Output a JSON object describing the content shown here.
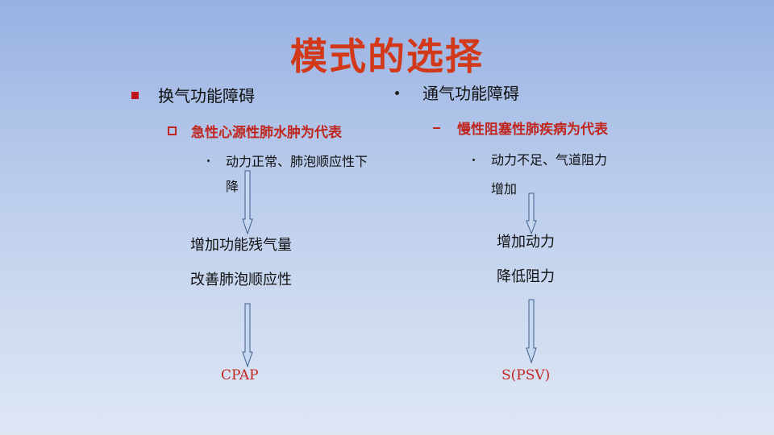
{
  "slide": {
    "title": "模式的选择",
    "left": {
      "heading": "换气功能障碍",
      "subheading": "急性心源性肺水肿为代表",
      "detail_line1": "动力正常、肺泡顺应性下",
      "detail_line2": "降",
      "result_line1": "增加功能残气量",
      "result_line2": "改善肺泡顺应性",
      "final": "CPAP"
    },
    "right": {
      "heading": "通气功能障碍",
      "subheading": "慢性阻塞性肺疾病为代表",
      "detail_line1": "动力不足、气道阻力",
      "detail_line2": "增加",
      "result_line1": "增加动力",
      "result_line2": "降低阻力",
      "final": "S(PSV)"
    }
  },
  "icons": {
    "left_heading_bullet": "filled-square-bullet-icon",
    "left_sub_bullet": "hollow-square-bullet-icon",
    "detail_bullet": "dot-bullet-icon",
    "right_heading_bullet": "dot-bullet-icon",
    "right_sub_bullet": "dash-bullet-icon",
    "flow": "down-arrow-icon"
  },
  "colors": {
    "title": "#d2391b",
    "accent_red": "#c0251e",
    "arrow": "#4f81bd"
  }
}
